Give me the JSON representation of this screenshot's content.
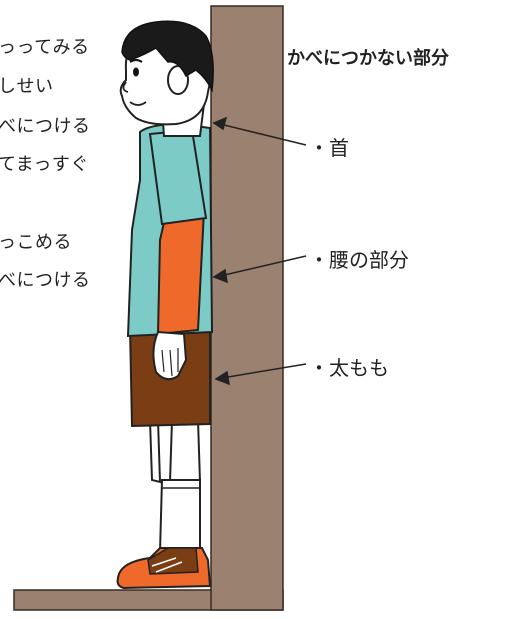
{
  "instructions": [
    "っってみる",
    "しせい",
    "べにつける",
    "てまっすぐ",
    "っこめる",
    "べにつける"
  ],
  "heading": "かべにつかない部分",
  "labels": {
    "neck": "・首",
    "waist": "・腰の部分",
    "thigh": "・太もも"
  },
  "colors": {
    "wall": "#9a8170",
    "shirt": "#7dcbc6",
    "sleeve": "#ef6a2a",
    "shorts": "#7a3d14",
    "hair": "#1a1a1a",
    "skin": "#ffffff",
    "shoe": "#ef6a2a"
  }
}
